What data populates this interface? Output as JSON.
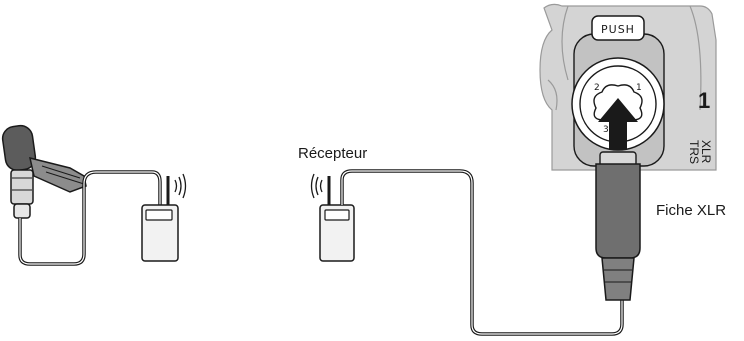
{
  "labels": {
    "receiver": "Récepteur",
    "plug": "Fiche XLR",
    "push": "PUSH",
    "channel_number": "1",
    "input_type_xlr": "XLR",
    "input_type_trs": "TRS",
    "pin_1": "1",
    "pin_2": "2",
    "pin_3": "3"
  },
  "icons": {
    "transmit_waves": "signal-waves-icon",
    "insert_direction": "up-arrow-icon"
  },
  "colors": {
    "line": "#1a1a1a",
    "device_body": "#cccccc",
    "device_dark": "#9a9a9a",
    "plug_body": "#6f6f6f",
    "mic_head": "#5c5c5c",
    "clip": "#8c8c8c",
    "background": "#ffffff"
  }
}
